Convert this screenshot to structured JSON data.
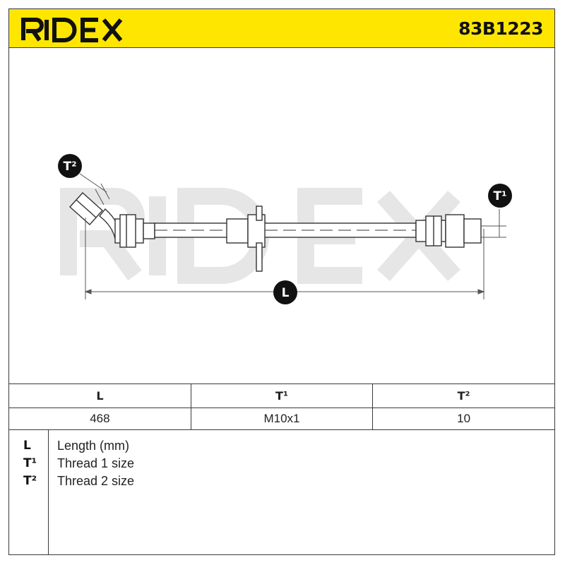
{
  "header": {
    "brand": "RIDEX",
    "part_number": "83B1223",
    "background_color": "#ffe600"
  },
  "drawing": {
    "watermark": "RIDEX",
    "callouts": {
      "thread2": "T²",
      "thread1": "T¹",
      "length": "L"
    },
    "callout_color": "#111111"
  },
  "spec_table": {
    "headers": [
      "L",
      "T¹",
      "T²"
    ],
    "values": [
      "468",
      "M10x1",
      "10"
    ]
  },
  "legend": {
    "items": [
      {
        "symbol": "L",
        "description": "Length (mm)"
      },
      {
        "symbol": "T¹",
        "description": "Thread 1 size"
      },
      {
        "symbol": "T²",
        "description": "Thread 2 size"
      }
    ]
  }
}
